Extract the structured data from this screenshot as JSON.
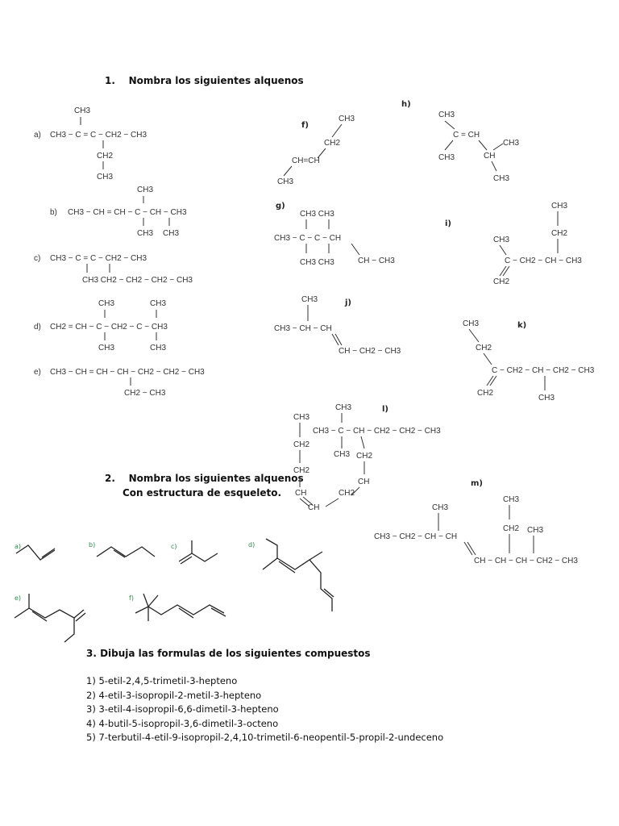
{
  "section1": {
    "number": "1.",
    "title": "Nombra los siguientes alquenos"
  },
  "section2": {
    "number": "2.",
    "title": "Nombra los siguientes alquenos",
    "subtitle": "Con estructura de esqueleto."
  },
  "section3": {
    "title": "3. Dibuja las formulas de los siguientes compuestos",
    "items": [
      "1) 5-etil-2,4,5-trimetil-3-hepteno",
      "2) 4-etil-3-isopropil-2-metil-3-hepteno",
      "3) 3-etil-4-isopropil-6,6-dimetil-3-hepteno",
      "4) 4-butil-5-isopropil-3,6-dimetil-3-octeno",
      "5) 7-terbutil-4-etil-9-isopropil-2,4,10-trimetil-6-neopentil-5-propil-2-undeceno"
    ]
  },
  "labels": {
    "a": "a)",
    "b": "b)",
    "c": "c)",
    "d": "d)",
    "e": "e)",
    "f": "f)",
    "g": "g)",
    "h": "h)",
    "i": "i)",
    "j": "j)",
    "k": "k)",
    "l": "l)",
    "m": "m)"
  },
  "skeleton_labels": {
    "a": "a)",
    "b": "b)",
    "c": "c)",
    "d": "d)",
    "e": "e)",
    "f": "f)"
  }
}
